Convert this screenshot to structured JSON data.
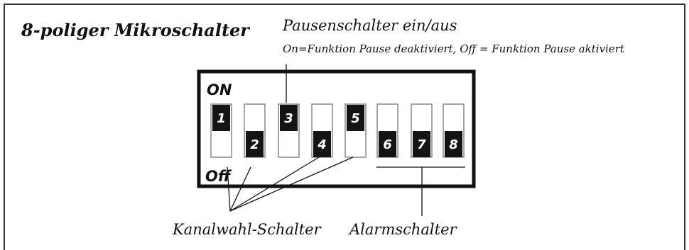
{
  "title": "8-poliger Mikroschalter",
  "pause": {
    "title": "Pausenschalter ein/aus",
    "description": "On=Funktion Pause deaktiviert, Off = Funktion Pause aktiviert"
  },
  "switch_block": {
    "on_label": "ON",
    "off_label": "Off",
    "switches": [
      {
        "number": "1",
        "state": "on"
      },
      {
        "number": "2",
        "state": "off"
      },
      {
        "number": "3",
        "state": "on"
      },
      {
        "number": "4",
        "state": "off"
      },
      {
        "number": "5",
        "state": "on"
      },
      {
        "number": "6",
        "state": "off"
      },
      {
        "number": "7",
        "state": "off"
      },
      {
        "number": "8",
        "state": "off"
      }
    ]
  },
  "labels": {
    "channel": "Kanalwahl-Schalter",
    "alarm": "Alarmschalter"
  }
}
